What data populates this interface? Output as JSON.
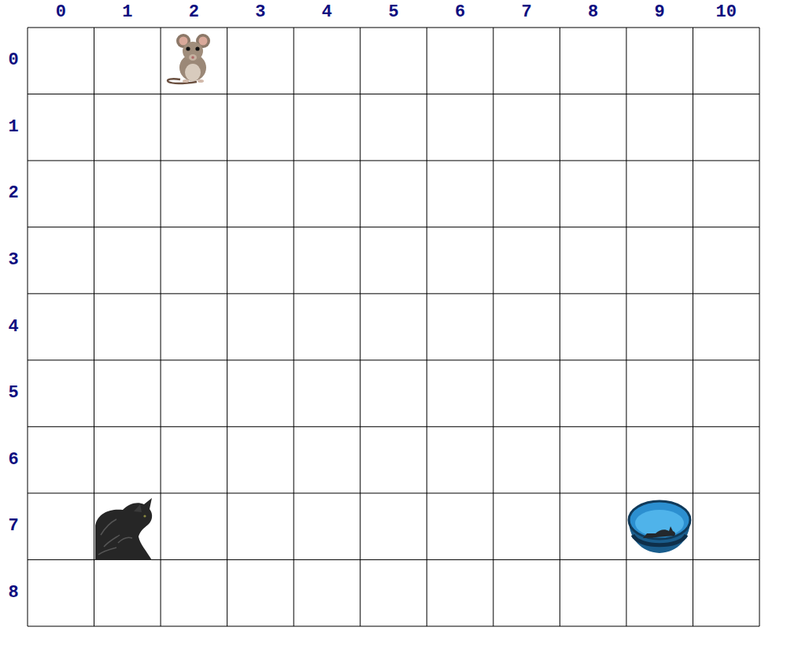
{
  "diagram": {
    "labels": [
      "0",
      "1",
      "2",
      "3",
      "4",
      "5",
      "6",
      "7",
      "8",
      "9",
      "10",
      "0",
      "1",
      "2",
      "3",
      "4",
      "5",
      "6",
      "7",
      "8"
    ]
  }
}
